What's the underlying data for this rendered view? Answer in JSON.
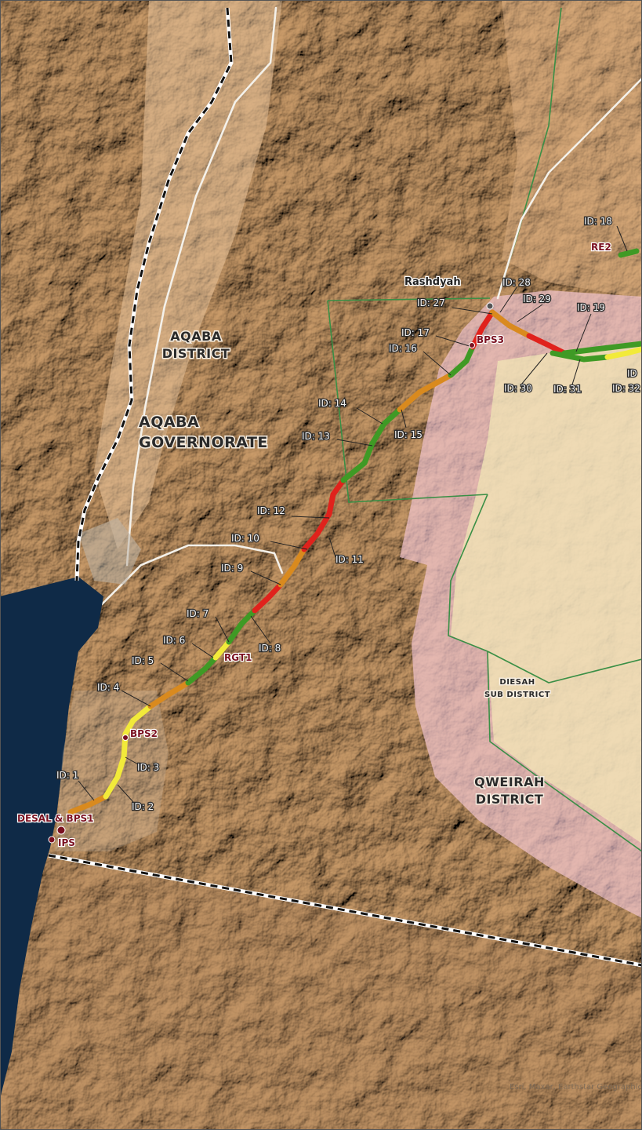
{
  "map": {
    "admin_labels": {
      "aqaba_district_line1": "AQABA",
      "aqaba_district_line2": "DISTRICT",
      "aqaba_gov_line1": "AQABA",
      "aqaba_gov_line2": "GOVERNORATE",
      "qweirah_line1": "QWEIRAH",
      "qweirah_line2": "DISTRICT",
      "diesah_line1": "DIESAH",
      "diesah_line2": "SUB DISTRICT"
    },
    "town": "Rashdyah",
    "facilities": {
      "desal": "DESAL & BPS1",
      "ips": "IPS",
      "bps2": "BPS2",
      "rgt1": "RGT1",
      "bps3": "BPS3",
      "re2": "RE2"
    },
    "segment_ids": {
      "id1": "ID: 1",
      "id2": "ID: 2",
      "id3": "ID: 3",
      "id4": "ID: 4",
      "id5": "ID: 5",
      "id6": "ID: 6",
      "id7": "ID: 7",
      "id8": "ID: 8",
      "id9": "ID: 9",
      "id10": "ID: 10",
      "id11": "ID: 11",
      "id12": "ID: 12",
      "id13": "ID: 13",
      "id14": "ID: 14",
      "id15": "ID: 15",
      "id16": "ID: 16",
      "id17": "ID: 17",
      "id18": "ID: 18",
      "id19": "ID: 19",
      "id27": "ID: 27",
      "id28": "ID: 28",
      "id29": "ID: 29",
      "id30": "ID: 30",
      "id31": "ID: 31",
      "id32": "ID: 32",
      "id_cut": "ID"
    },
    "status_colors": {
      "red": "#e0221c",
      "orange": "#d98a1e",
      "yellow": "#f2ea3a",
      "green": "#3f9a25"
    },
    "area_colors": {
      "qweirah": "#f2c6d2",
      "diesah": "#f3e9b6",
      "sea": "#0f2a47",
      "boundary_green": "#3a8f46"
    },
    "credit": "Esri, Maxar, Earthstar Geographics"
  }
}
